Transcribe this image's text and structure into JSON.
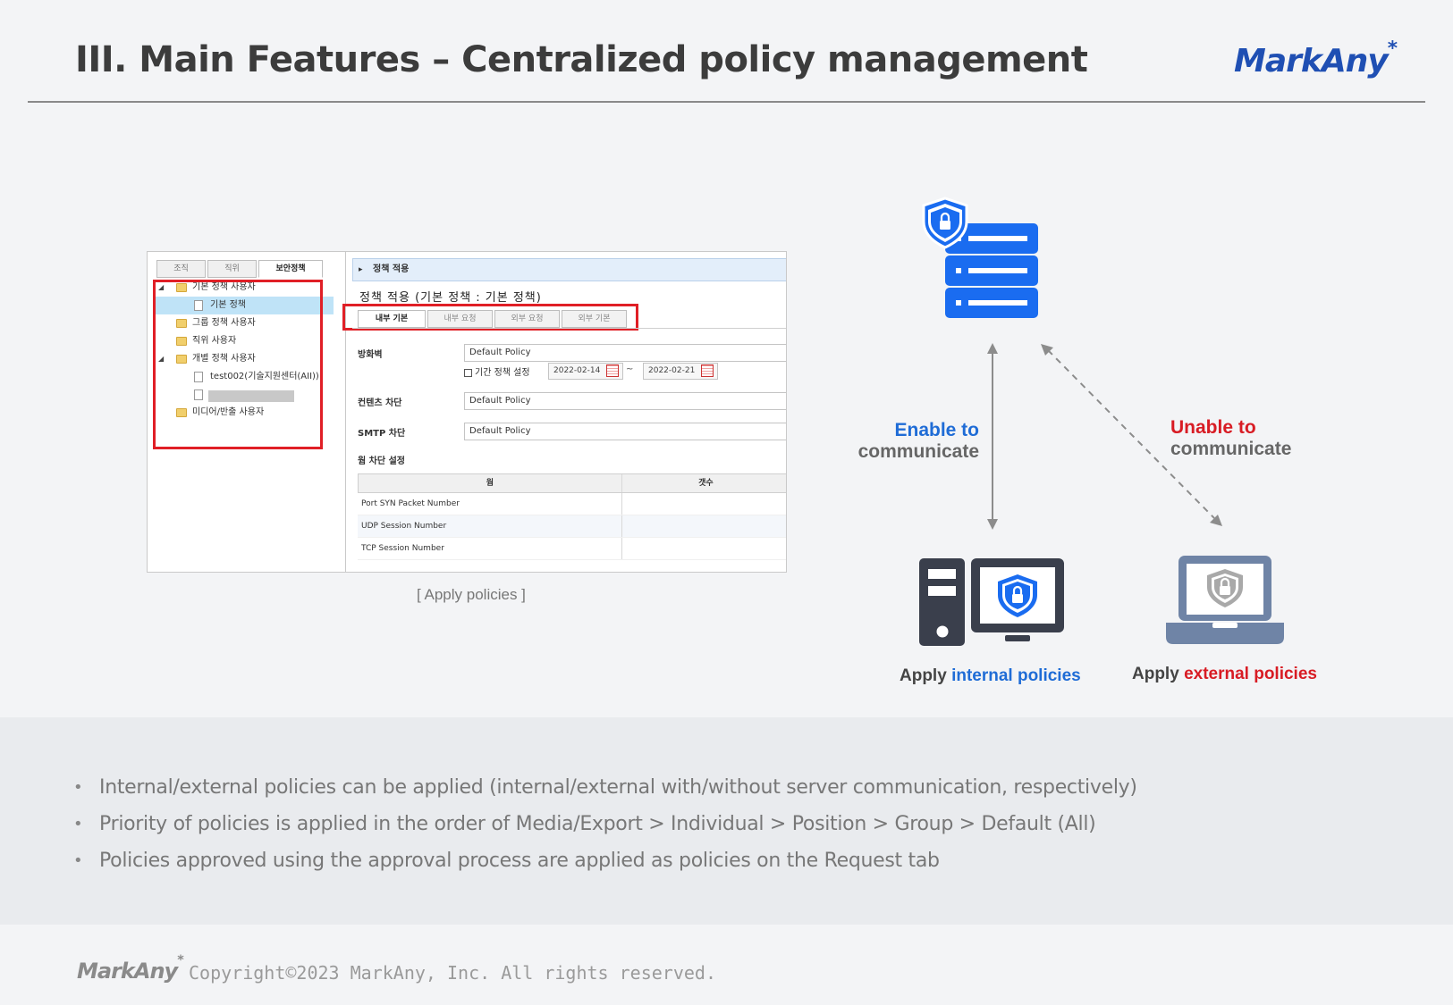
{
  "slide": {
    "title": "III. Main Features – Centralized policy management",
    "logo": "MarkAny",
    "logo_mark": "*"
  },
  "screenshot": {
    "left_tabs": [
      "조직",
      "직위",
      "보안정책"
    ],
    "tree": [
      {
        "label": "기본 정책 사용자",
        "type": "folder",
        "expand": "◢"
      },
      {
        "label": "기본 정책",
        "type": "doc",
        "selected": true
      },
      {
        "label": "그룹 정책 사용자",
        "type": "folder"
      },
      {
        "label": "직위 사용자",
        "type": "folder"
      },
      {
        "label": "개별 정책 사용자",
        "type": "folder",
        "expand": "◢"
      },
      {
        "label": "test002(기술지원센터(AII))",
        "type": "doc"
      },
      {
        "label": "",
        "type": "doc",
        "redacted": true
      },
      {
        "label": "미디어/반출 사용자",
        "type": "folder"
      }
    ],
    "header": "정책 적용",
    "header_arrow": "▸",
    "subtitle": "정책 적용 (기본 정책 : 기본 정책)",
    "right_tabs": [
      "내부 기본",
      "내부 요청",
      "외부 요청",
      "외부 기본"
    ],
    "fields": {
      "firewall_label": "방화벽",
      "firewall_value": "Default Policy",
      "period_label": "기간 정책 설정",
      "date_from": "2022-02-14",
      "date_sep": "~",
      "date_to": "2022-02-21",
      "content_label": "컨텐츠 차단",
      "content_value": "Default Policy",
      "smtp_label": "SMTP 차단",
      "smtp_value": "Default Policy",
      "web_label": "웜 차단 설정"
    },
    "table": {
      "headers": [
        "웜",
        "갯수"
      ],
      "rows": [
        [
          "Port SYN Packet Number",
          ""
        ],
        [
          "UDP Session Number",
          ""
        ],
        [
          "TCP Session Number",
          ""
        ]
      ]
    }
  },
  "caption": "[ Apply policies ]",
  "diagram": {
    "enable_line1": "Enable to",
    "enable_line2": "communicate",
    "unable_line1": "Unable to",
    "unable_line2": "communicate",
    "apply_internal_prefix": "Apply ",
    "apply_internal_highlight": "internal policies",
    "apply_external_prefix": "Apply ",
    "apply_external_highlight": "external policies",
    "colors": {
      "blue": "#1f6cd6",
      "red": "#d81c24",
      "server": "#1a6cf0"
    }
  },
  "bullets": [
    "Internal/external policies can be applied (internal/external with/without server communication, respectively)",
    "Priority of policies is applied in the order of Media/Export > Individual > Position > Group > Default (All)",
    "Policies approved using the approval process are applied as policies on the Request tab"
  ],
  "bullet_mark": "•",
  "footer": {
    "logo": "MarkAny",
    "logo_mark": "*",
    "copyright": "Copyright©2023 MarkAny, Inc. All rights reserved."
  }
}
